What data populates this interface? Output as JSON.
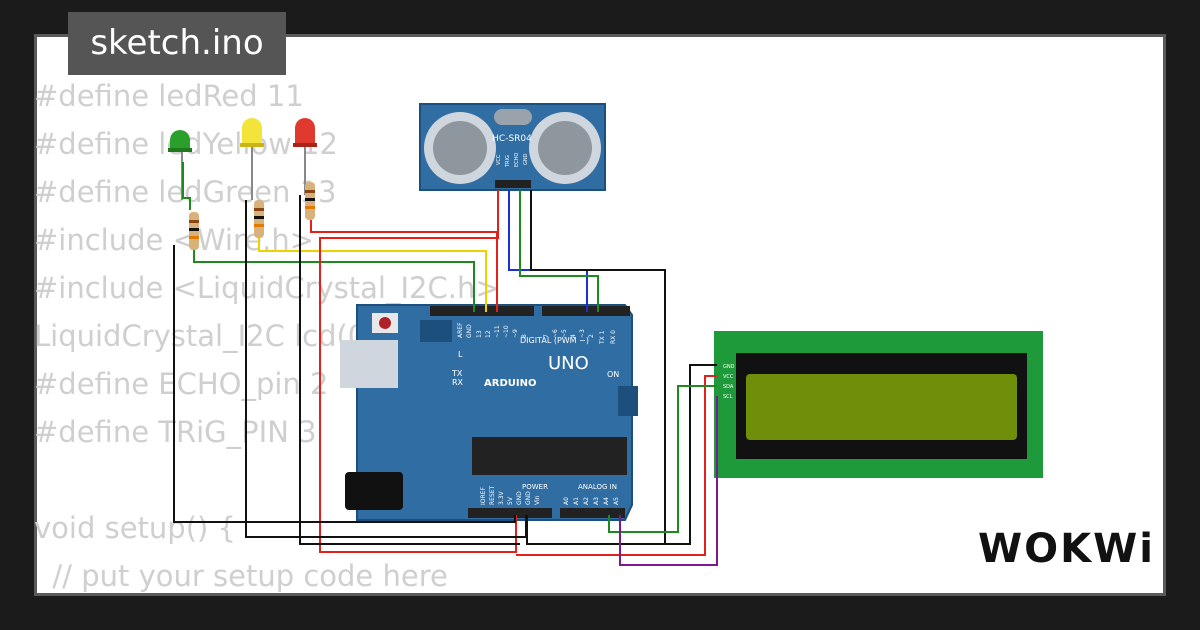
{
  "title": "sketch.ino",
  "code_lines": [
    "#define ledRed 11",
    "#define ledYellow 12",
    "#define ledGreen 13",
    "#include <Wire.h>",
    "#include <LiquidCrystal_I2C.h>",
    "LiquidCrystal_I2C lcd(0x27, 16, 2);",
    "#define ECHO_pin 2",
    "#define TRiG_PIN 3",
    "",
    "void setup() {",
    "  // put your setup code here"
  ],
  "logo": "WOKWi",
  "sensor": {
    "label": "HC-SR04",
    "pins": [
      "VCC",
      "TRIG",
      "ECHO",
      "GND"
    ]
  },
  "arduino": {
    "uno": "UNO",
    "brand": "ARDUINO",
    "digital_label": "DIGITAL (PWM ~)",
    "on": "ON",
    "l": "L",
    "tx": "TX",
    "rx": "RX",
    "power": "POWER",
    "analog": "ANALOG IN",
    "top_pins": [
      "AREF",
      "GND",
      "13",
      "12",
      "~11",
      "~10",
      "~9",
      "8",
      "7",
      "~6",
      "~5",
      "4",
      "~3",
      "2",
      "TX 1",
      "RX 0"
    ],
    "power_pins": [
      "IOREF",
      "RESET",
      "3.3V",
      "5V",
      "GND",
      "GND",
      "Vin"
    ],
    "analog_pins": [
      "A0",
      "A1",
      "A2",
      "A3",
      "A4",
      "A5"
    ]
  },
  "lcd": {
    "pins": [
      "GND",
      "VCC",
      "SDA",
      "SCL"
    ]
  },
  "colors": {
    "board": "#2f6da3",
    "red": "#e3201b",
    "yellow": "#f0d000",
    "green": "#1e8a1e",
    "blue": "#1b2fd6",
    "black": "#111111",
    "purple": "#7a1a8c",
    "lcd_green": "#1f9a3a",
    "lcd_screen": "#6f8f0a"
  }
}
